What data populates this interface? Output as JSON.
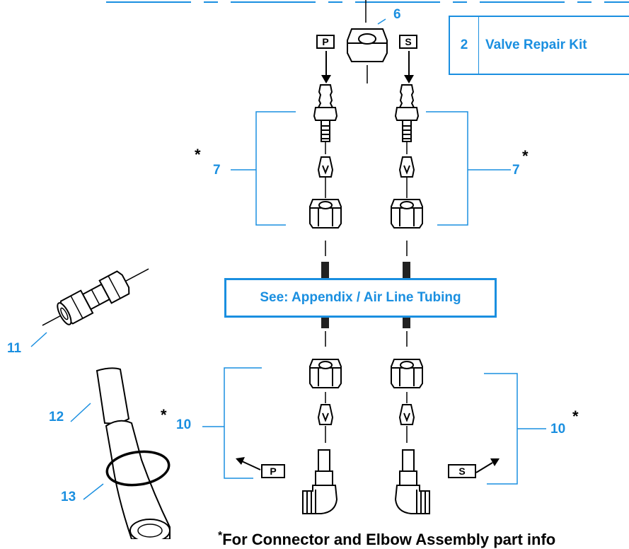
{
  "kit": {
    "number": "2",
    "label": "Valve Repair Kit"
  },
  "tubing_reference": "See: Appendix / Air Line Tubing",
  "tags": {
    "primary": "P",
    "secondary": "S"
  },
  "callouts": {
    "nut": "6",
    "fitting_left": "7",
    "fitting_right": "7",
    "union": "11",
    "hose": "12",
    "clamp": "13",
    "elbow_left": "10",
    "elbow_right": "10"
  },
  "asterisk": "*",
  "footnote": "For Connector and Elbow Assembly part info"
}
